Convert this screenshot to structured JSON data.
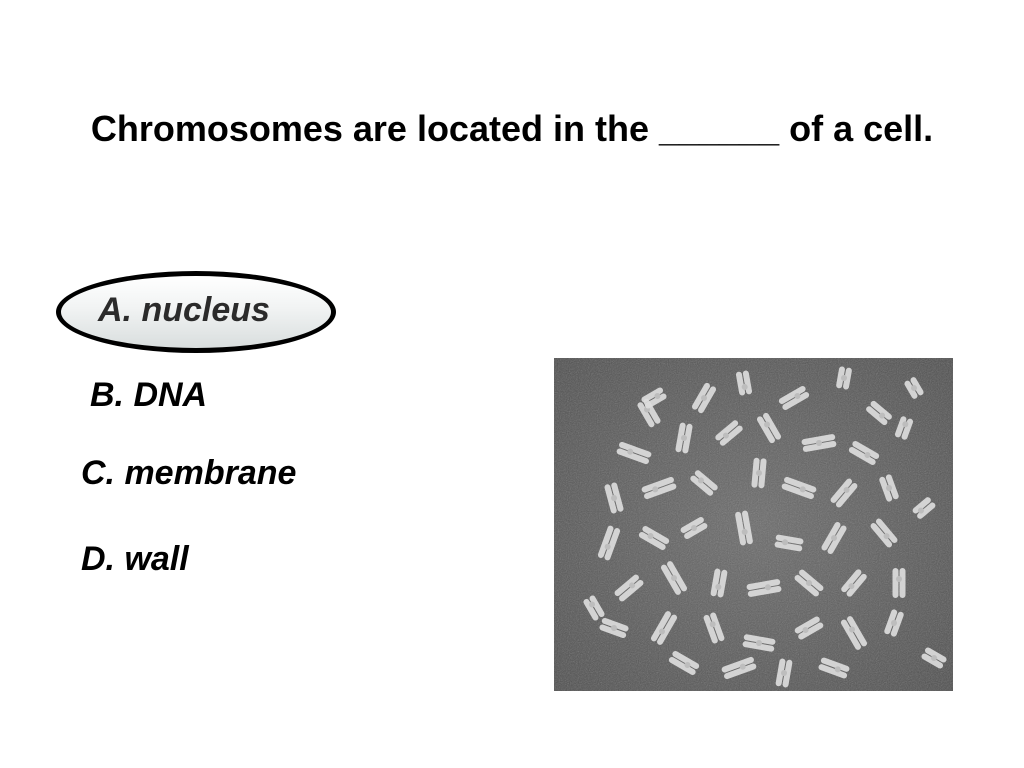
{
  "slide": {
    "question": "Chromosomes are located in the ______ of a cell.",
    "options": [
      {
        "label": "A. nucleus"
      },
      {
        "label": "B. DNA"
      },
      {
        "label": "C. membrane"
      },
      {
        "label": "D. wall"
      }
    ],
    "highlighted_option": "A. nucleus"
  },
  "colors": {
    "background": "#ffffff",
    "text": "#000000",
    "oval_fill": "#e6eaea",
    "micrograph_bg": "#595959",
    "chromosome": "#dcdcdc"
  }
}
